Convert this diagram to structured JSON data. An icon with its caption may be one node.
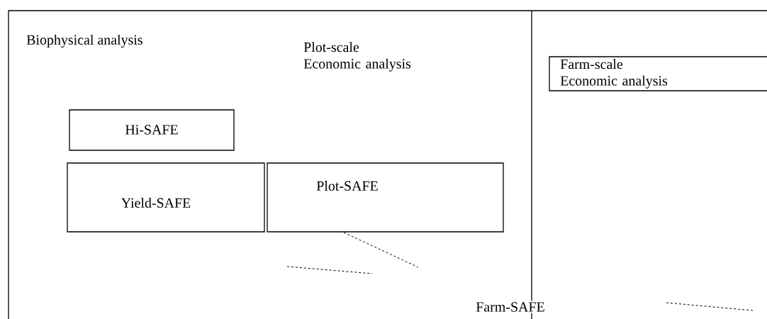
{
  "diagram": {
    "nodes": [
      {
        "text": [
          "Hi-SAFE"
        ]
      },
      {
        "text": [
          "Yield-SAFE"
        ]
      },
      {
        "text": [
          "Plot-SAFE"
        ]
      },
      {
        "text": [
          "Farm-scale Economic analysis"
        ]
      }
    ],
    "labels": [
      "Biophysical analysis",
      "Plot-scale Economic analysis",
      "Farm-SAFE"
    ]
  }
}
